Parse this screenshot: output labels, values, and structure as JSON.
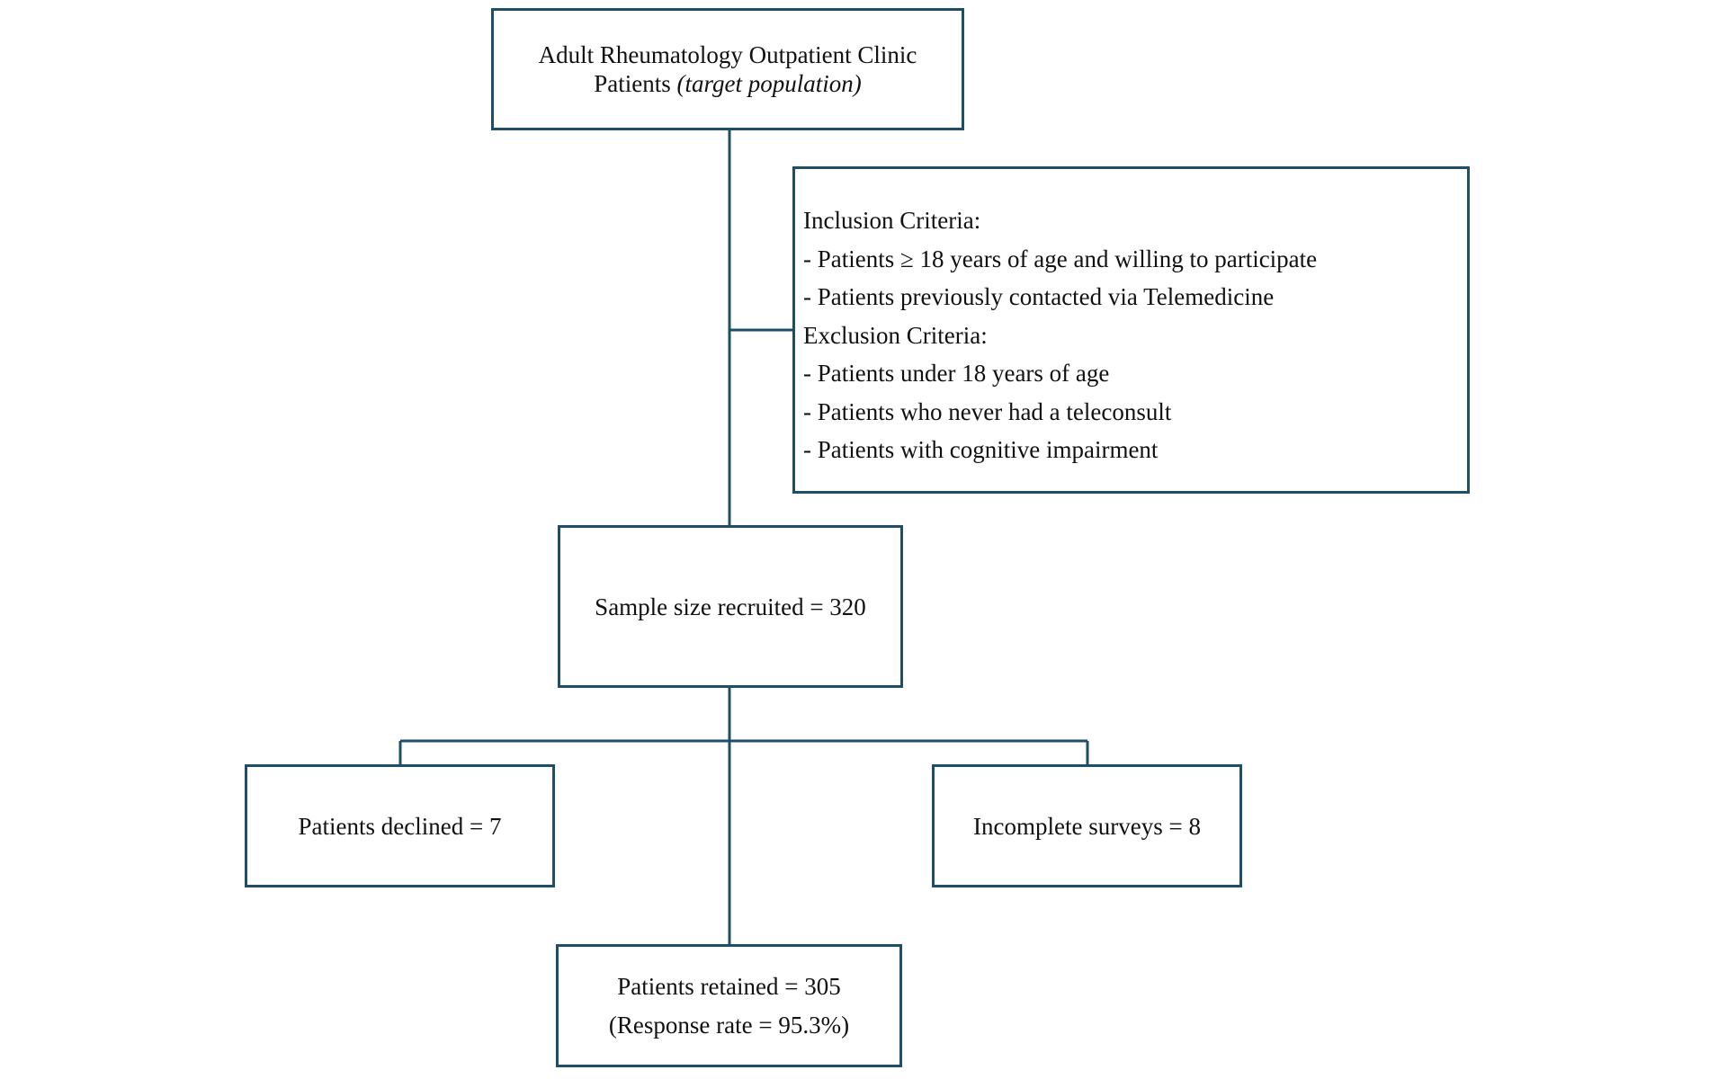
{
  "flowchart": {
    "target": {
      "line1": "Adult Rheumatology Outpatient Clinic",
      "line2_prefix": "Patients ",
      "line2_italic": "(target population)"
    },
    "criteria": {
      "lines": [
        "Inclusion Criteria:",
        "- Patients ≥ 18 years of age and willing to participate",
        "- Patients previously contacted via Telemedicine",
        "Exclusion Criteria:",
        "- Patients under 18 years of age",
        "- Patients who never had a teleconsult",
        "- Patients with cognitive impairment"
      ]
    },
    "sample": {
      "label": "Sample size recruited = 320"
    },
    "declined": {
      "label": "Patients declined = 7"
    },
    "incomplete": {
      "label": "Incomplete surveys = 8"
    },
    "retained": {
      "line1": "Patients retained = 305",
      "line2": "(Response rate = 95.3%)"
    },
    "colors": {
      "border": "#1f4e67",
      "connector": "#1f4e67"
    }
  }
}
